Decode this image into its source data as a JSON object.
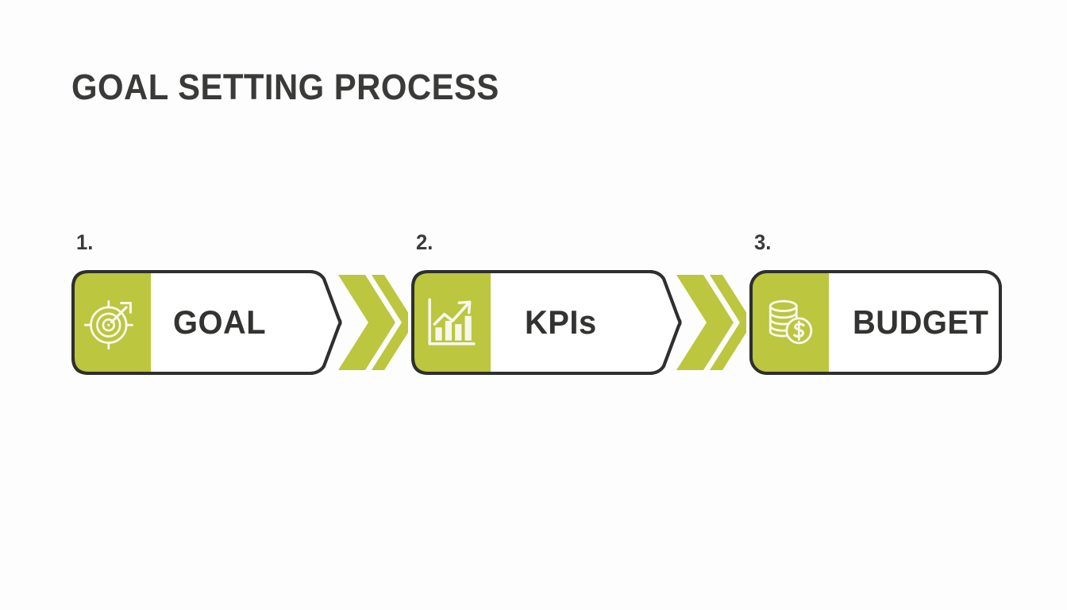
{
  "page": {
    "title": "GOAL SETTING PROCESS",
    "background_color": "#fdfdfd"
  },
  "theme": {
    "accent_green": "#bcc63e",
    "outline_dark": "#2f2f2d",
    "text_dark": "#333331",
    "icon_light": "#f7f7ee"
  },
  "process": {
    "steps": [
      {
        "number": "1.",
        "label": "GOAL",
        "icon": "target-bullseye-arrow-icon",
        "has_arrow_tip": true
      },
      {
        "number": "2.",
        "label": "KPIs",
        "icon": "bar-chart-growth-icon",
        "has_arrow_tip": true
      },
      {
        "number": "3.",
        "label": "BUDGET",
        "icon": "coin-stack-dollar-icon",
        "has_arrow_tip": false
      }
    ],
    "connectors": [
      {
        "name": "chevron-connector-1",
        "chevron_count": 2
      },
      {
        "name": "chevron-connector-2",
        "chevron_count": 2
      }
    ]
  }
}
